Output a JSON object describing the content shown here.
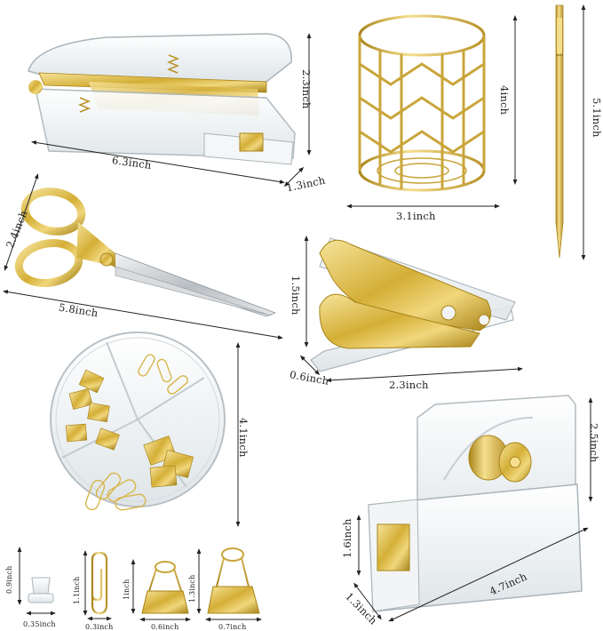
{
  "dimensions": {
    "stapler_length": "6.3inch",
    "stapler_height": "2.3inch",
    "stapler_width": "1.3inch",
    "pen_holder_height": "4inch",
    "pen_holder_diameter": "3.1inch",
    "pen_length": "5.1inch",
    "scissors_height": "2.4inch",
    "scissors_length": "5.8inch",
    "remover_height": "1.5inch",
    "remover_width": "0.6inch",
    "remover_length": "2.3inch",
    "clip_box_diameter": "4.1inch",
    "tape_dispenser_height": "2.5inch",
    "tape_dispenser_front_height": "1.6inch",
    "tape_dispenser_width": "1.3inch",
    "tape_dispenser_length": "4.7inch",
    "pushpin_height": "0.9inch",
    "pushpin_width": "0.35inch",
    "paperclip_height": "1.1inch",
    "paperclip_width": "0.3inch",
    "small_clip_height": "1inch",
    "small_clip_width": "0.6inch",
    "large_clip_height": "1.3inch",
    "large_clip_width": "0.7inch"
  },
  "colors": {
    "gold": "#d4af37",
    "gold_dark": "#a88418",
    "gold_light": "#f2dc8a",
    "acrylic": "#e9eef1",
    "acrylic_edge": "#aab4ba",
    "steel": "#c7cbce"
  }
}
